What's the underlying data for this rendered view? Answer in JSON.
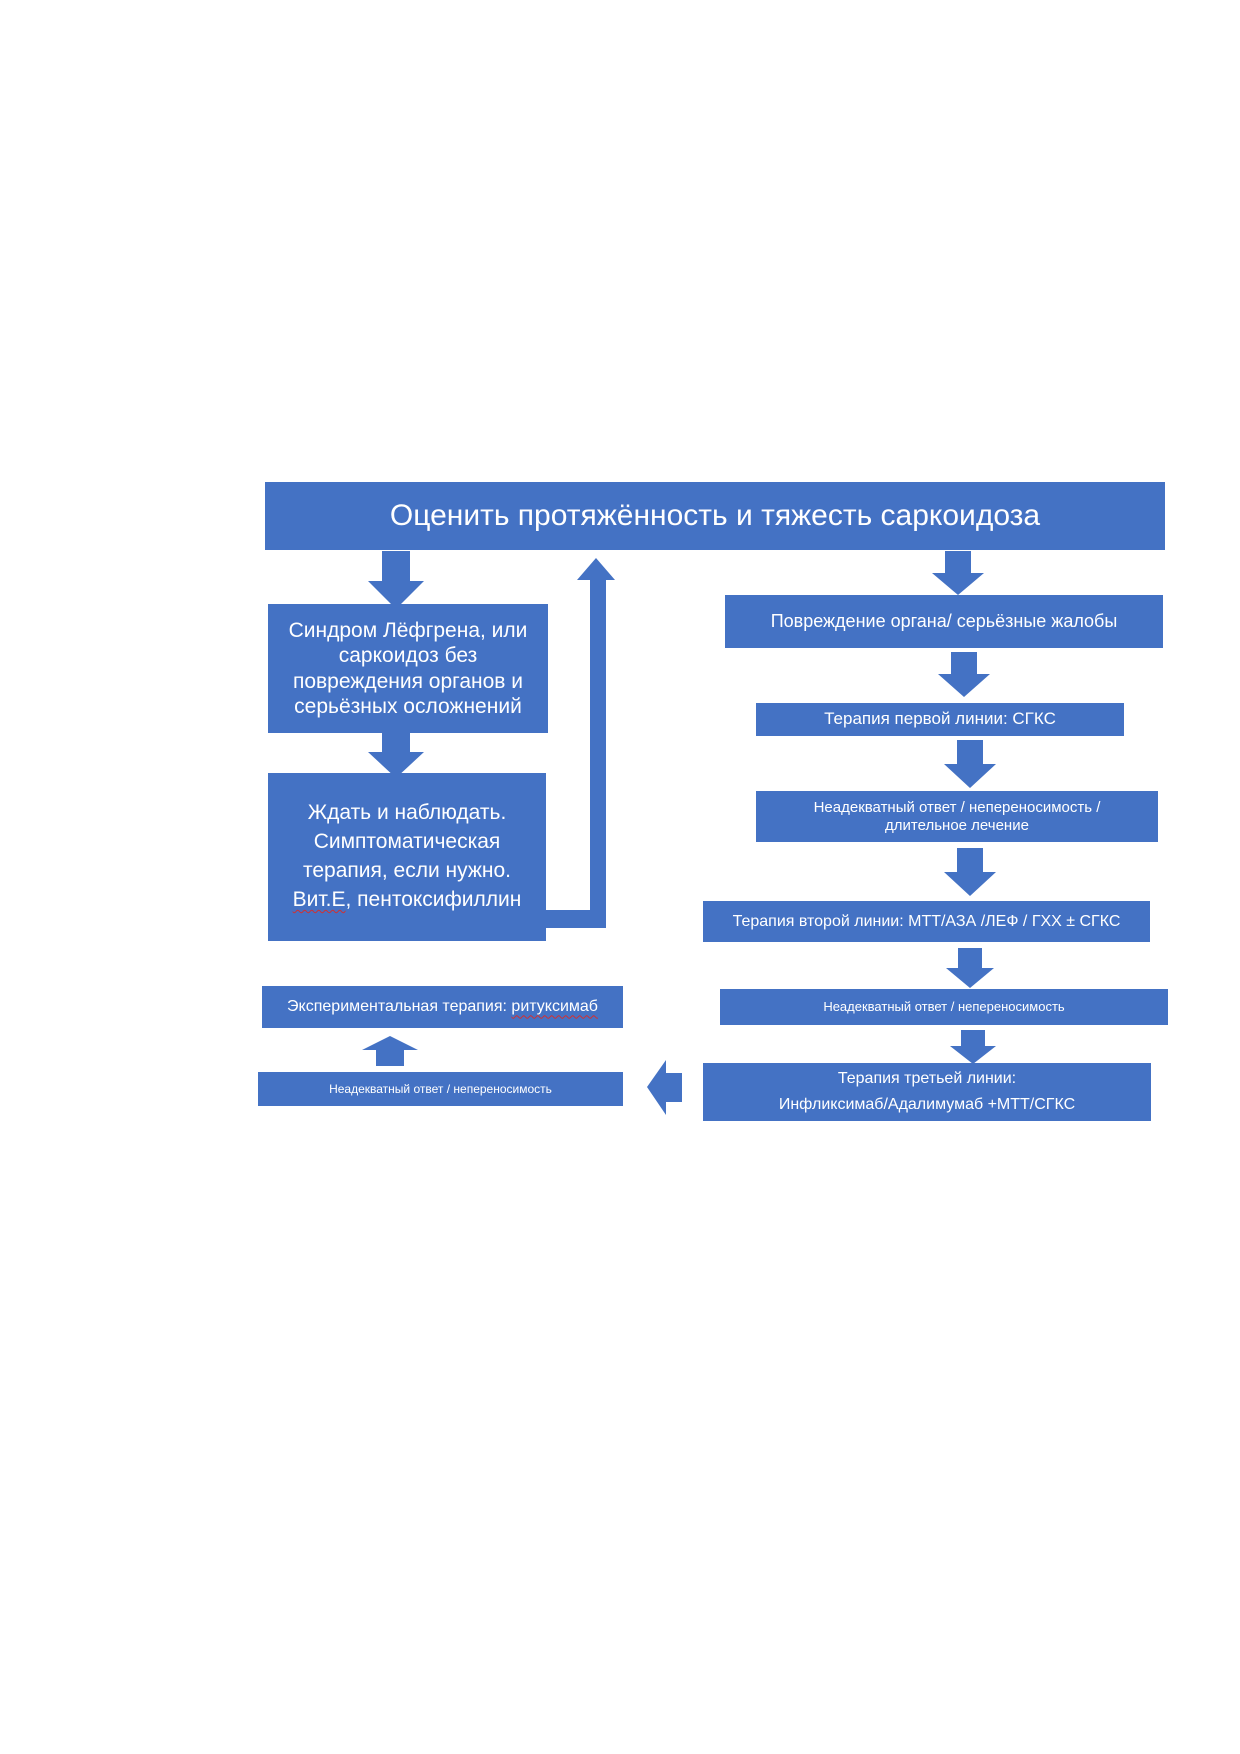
{
  "diagram": {
    "color": "#4472c4",
    "title": "Оценить протяжённость и тяжесть саркоидоза",
    "left": {
      "lofgren": "Синдром Лёфгрена, или саркоидоз без повреждения органов и серьёзных осложнений",
      "watch_line1": "Ждать и наблюдать.",
      "watch_line2": "Симптоматическая",
      "watch_line3": "терапия, если нужно.",
      "watch_vit": "Вит.Е",
      "watch_rest": ", пентоксифиллин",
      "experimental_prefix": "Экспериментальная терапия: ",
      "experimental_drug": "ритуксимаб",
      "inadequate": "Неадекватный ответ / непереносимость"
    },
    "right": {
      "organ_damage": "Повреждение  органа/ серьёзные жалобы",
      "first_line": "Терапия первой линии: СГКС",
      "inadequate_1": "Неадекватный ответ / непереносимость / длительное лечение",
      "second_line": "Терапия второй линии: МТТ/АЗА /ЛЕФ / ГХХ ± СГКС",
      "inadequate_2": "Неадекватный ответ / непереносимость",
      "third_line_title": "Терапия третьей линии:",
      "third_line_drugs": "Инфликсимаб/Адалимумаб +МТТ/СГКС"
    }
  }
}
